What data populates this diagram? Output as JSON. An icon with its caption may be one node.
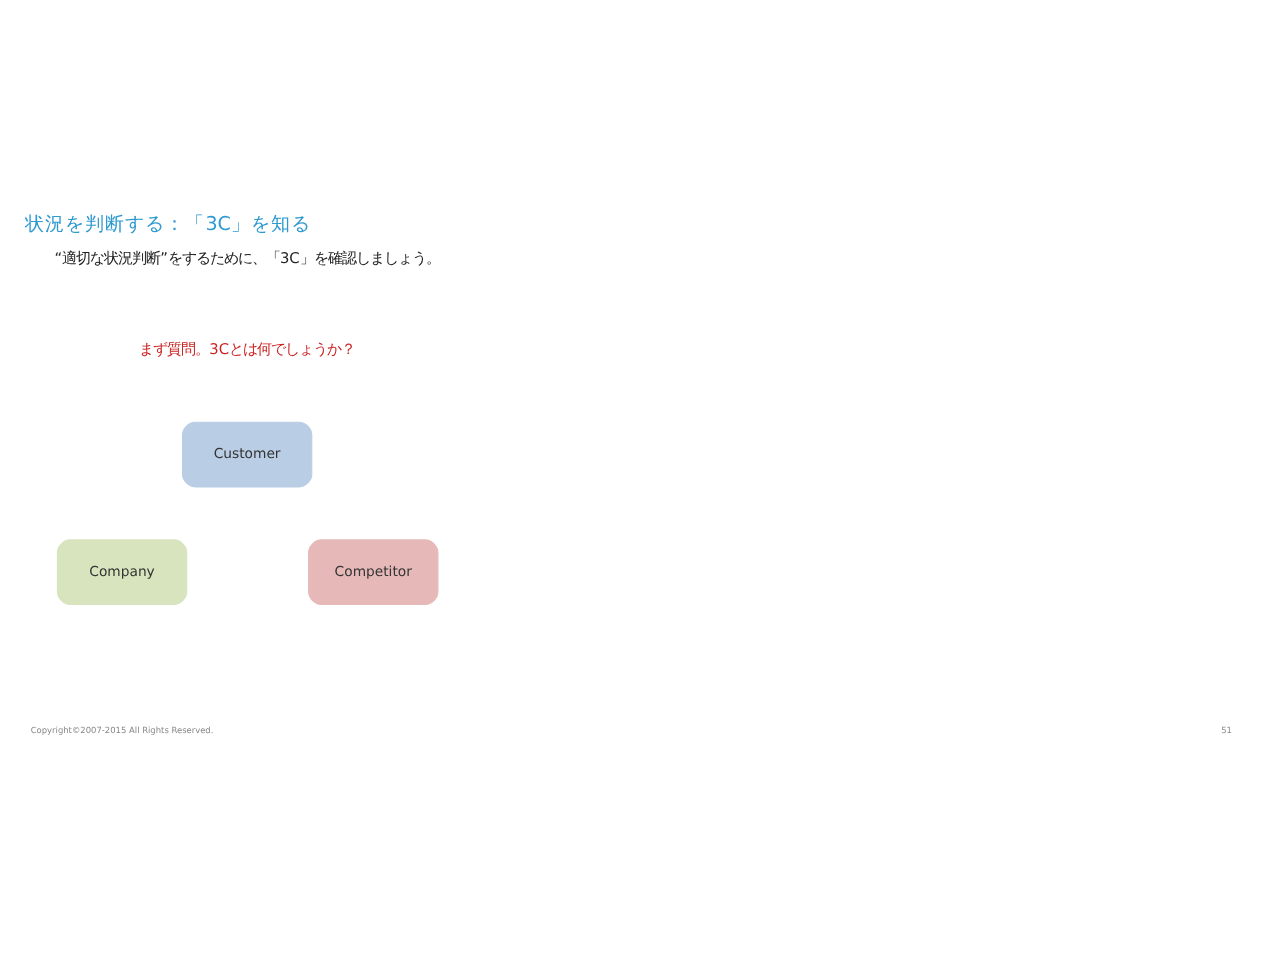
{
  "diagram": {
    "title": "状況を判断する：「3C」を知る",
    "nodes": [
      {
        "text": [
          "Customer"
        ]
      },
      {
        "text": [
          "Company"
        ]
      },
      {
        "text": [
          "Competitor"
        ]
      }
    ],
    "edges": [],
    "labels": [
      "“適切な状況判断”をするために、「3C」を確認しましょう。",
      "まず質問。3Cとは何でしょうか？",
      "Copyright©2007-2015 All Rights Reserved.",
      "51"
    ]
  }
}
